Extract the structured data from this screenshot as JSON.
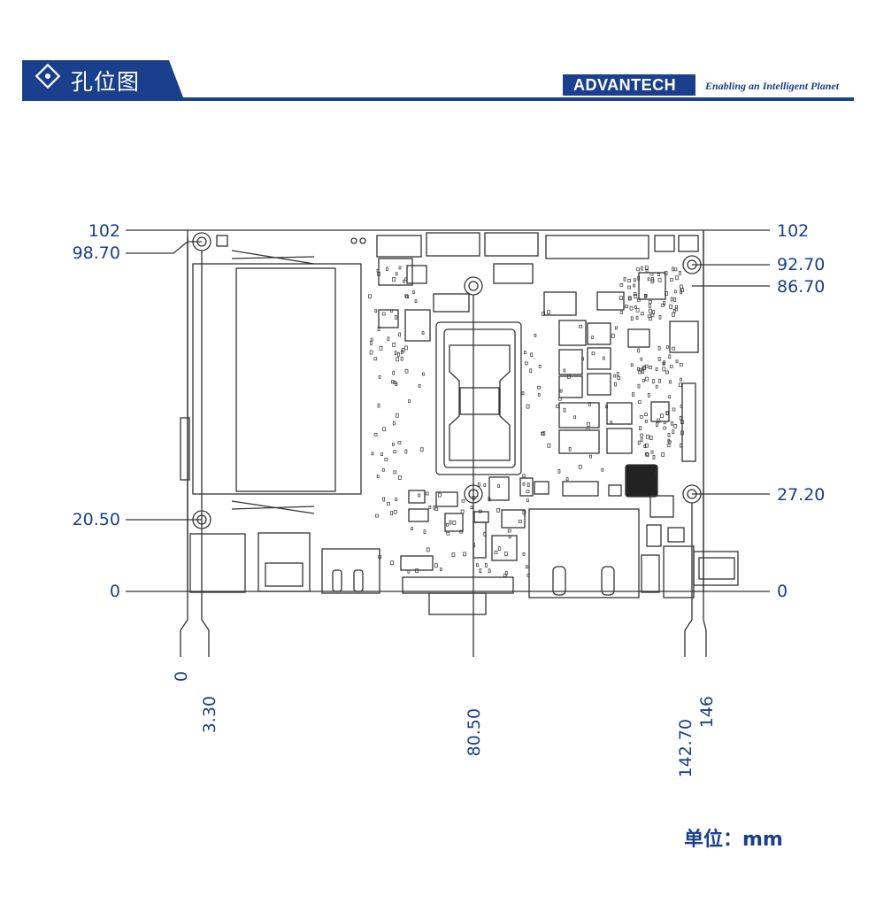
{
  "header": {
    "title": "孔位图",
    "brand": "ADVANTECH",
    "slogan": "Enabling an Intelligent Planet"
  },
  "dimensions": {
    "left": [
      "102",
      "98.70",
      "20.50",
      "0"
    ],
    "right": [
      "102",
      "92.70",
      "86.70",
      "27.20",
      "0"
    ],
    "bottom": [
      "0",
      "3.30",
      "80.50",
      "142.70",
      "146"
    ]
  },
  "unit_label": "单位：mm",
  "colors": {
    "accent": "#1a3f8c",
    "line": "#333333"
  }
}
